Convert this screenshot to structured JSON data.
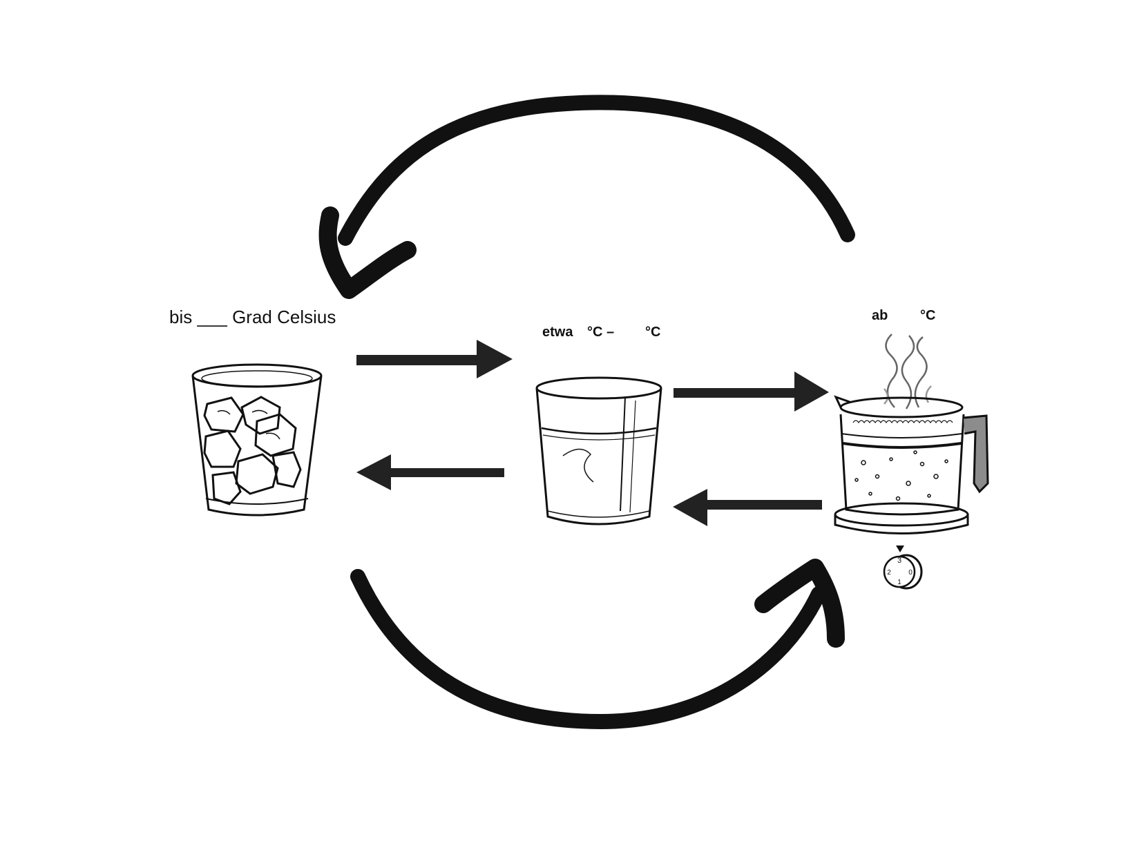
{
  "labels": {
    "ice": "bis ___ Grad Celsius",
    "room_prefix": "etwa",
    "room_c1": "°C –",
    "room_c2": "°C",
    "boil_prefix": "ab",
    "boil_c": "°C"
  },
  "stove_dial": {
    "numbers": [
      "3",
      "0",
      "1",
      "2"
    ]
  },
  "colors": {
    "ink": "#111111",
    "arrow": "#222222"
  }
}
